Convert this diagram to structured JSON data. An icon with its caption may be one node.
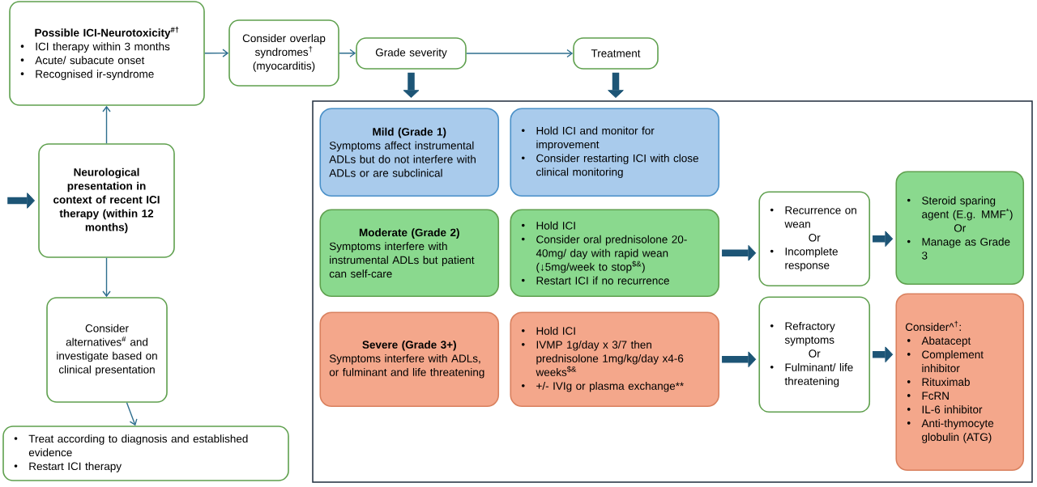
{
  "diagram": {
    "nodes": [
      {
        "text": [
          "Possible ICI-Neurotoxicity$^{#†}$",
          "ICI therapy within 3 months",
          "Acute/ subacute onset",
          "Recognised ir-syndrome"
        ]
      },
      {
        "text": [
          "Consider overlap syndromes$^{†}$ (myocarditis)"
        ]
      },
      {
        "text": [
          "Grade severity"
        ]
      },
      {
        "text": [
          "Treatment"
        ]
      },
      {
        "text": [
          "Neurological presentation in context of recent ICI therapy (within 12 months)"
        ]
      },
      {
        "text": [
          "Consider alternatives$^{#}$ and investigate based on clinical presentation"
        ]
      },
      {
        "text": [
          "Treat according to diagnosis and established evidence",
          "Restart ICI therapy"
        ]
      },
      {
        "text": [],
        "shape": "box"
      },
      {
        "text": [
          "Mild (Grade 1)",
          "Symptoms affect instrumental ADLs but  do not interfere with ADLs or are subclinical"
        ],
        "in": 7
      },
      {
        "text": [
          "Hold ICI and monitor for improvement",
          "Consider restarting ICI with close clinical monitoring"
        ],
        "in": 7
      },
      {
        "text": [
          "Moderate (Grade 2)",
          "Symptoms interfere with instrumental ADLs but patient  can self-care"
        ],
        "in": 7
      },
      {
        "text": [
          "Hold ICI",
          "Consider oral prednisolone 20-40mg/ day with rapid wean (↓5mg/week to stop$^{$&}$)",
          "Restart ICI if no recurrence"
        ],
        "in": 7
      },
      {
        "text": [
          "Recurrence on wean",
          "Or",
          "Incomplete response"
        ],
        "in": 7
      },
      {
        "text": [
          "Steroid sparing agent (E.g. MMF$^{*}$)",
          "Or",
          "Manage as Grade 3"
        ],
        "in": 7
      },
      {
        "text": [
          "Severe (Grade 3+)",
          "Symptoms interfere with ADLs, or fulminant and life threatening"
        ],
        "in": 7
      },
      {
        "text": [
          "Hold ICI",
          "IVMP 1g/day x 3/7 then prednisolone 1mg/kg/day x4-6 weeks$^{$&}$",
          "+/-  IVIg or plasma exchange**"
        ],
        "in": 7
      },
      {
        "text": [
          "Refractory symptoms",
          "Or",
          "Fulminant/ life threatening"
        ],
        "in": 7
      },
      {
        "text": [
          "Consider^$^{†}$:",
          "Abatacept",
          "Complement inhibitor",
          "Rituximab",
          "FcRN",
          "IL-6 inhibitor",
          "Anti-thymocyte globulin (ATG)"
        ],
        "in": 7
      }
    ],
    "edges": [
      {
        "from": 4,
        "to": 0,
        "arrow": "to",
        "color": "#2e6e8e"
      },
      {
        "from": 0,
        "to": 1,
        "arrow": "to",
        "color": "#2e6e8e"
      },
      {
        "from": 1,
        "to": 2,
        "arrow": "to",
        "color": "#2e6e8e"
      },
      {
        "from": 2,
        "to": 3,
        "arrow": "to",
        "color": "#2e6e8e"
      },
      {
        "from": 4,
        "to": 5,
        "arrow": "to",
        "color": "#2e6e8e"
      },
      {
        "from": 5,
        "to": 6,
        "arrow": "to",
        "color": "#2e6e8e"
      },
      {
        "from": null,
        "to": 4,
        "arrow": "to"
      },
      {
        "from": 2,
        "to": 7,
        "arrow": "to"
      },
      {
        "from": 3,
        "to": 7,
        "arrow": "to"
      },
      {
        "from": 11,
        "to": 12,
        "arrow": "to"
      },
      {
        "from": 12,
        "to": 13,
        "arrow": "to"
      },
      {
        "from": 15,
        "to": 16,
        "arrow": "to"
      },
      {
        "from": 16,
        "to": 17,
        "arrow": "to"
      }
    ]
  }
}
